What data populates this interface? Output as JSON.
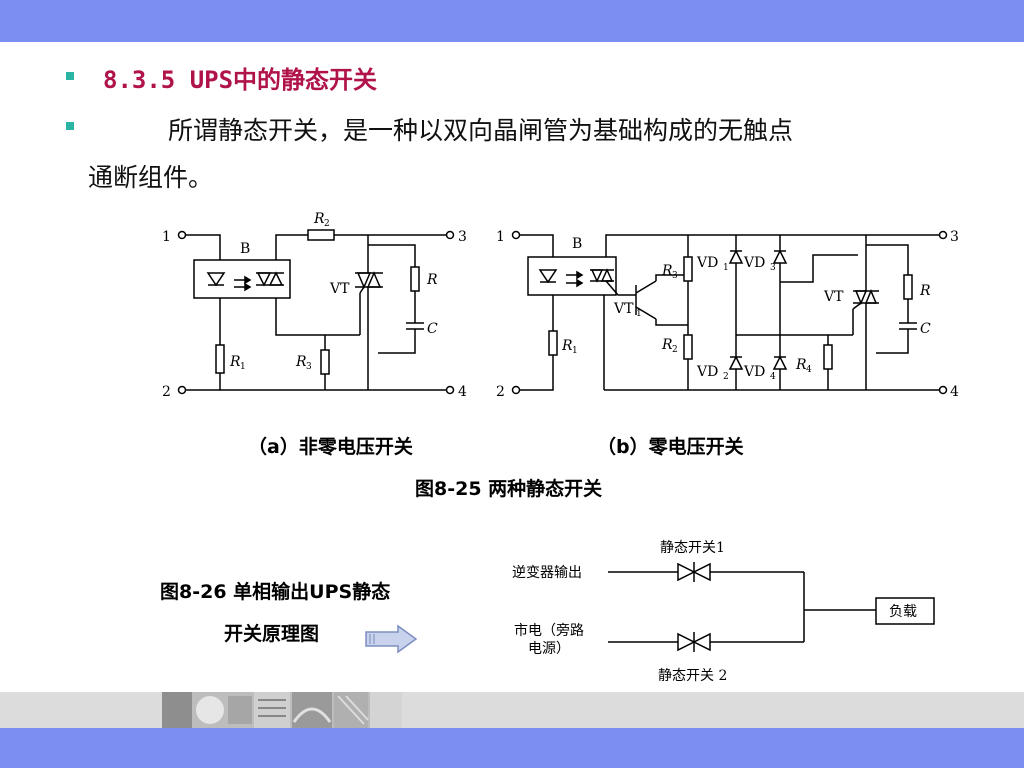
{
  "heading": "8.3.5 UPS中的静态开关",
  "paragraph": {
    "line1": "所谓静态开关，是一种以双向晶闸管为基础构成的无触点",
    "line2": "通断组件。"
  },
  "figure_a": {
    "labels": {
      "t1": "1",
      "t2": "2",
      "t3": "3",
      "t4": "4",
      "B": "B",
      "R2": "R",
      "R2sub": "2",
      "R1": "R",
      "R1sub": "1",
      "R3": "R",
      "R3sub": "3",
      "VT": "VT",
      "R": "R",
      "C": "C"
    },
    "caption": "（a）非零电压开关"
  },
  "figure_b": {
    "labels": {
      "t1": "1",
      "t2": "2",
      "t3": "3",
      "t4": "4",
      "B": "B",
      "R1": "R",
      "R1sub": "1",
      "R3": "R",
      "R3sub": "3",
      "VD1": "VD",
      "VD1sub": "1",
      "VD3": "VD",
      "VD3sub": "3",
      "R2": "R",
      "R2sub": "2",
      "VD2": "VD",
      "VD2sub": "2",
      "VD4": "VD",
      "VD4sub": "4",
      "R4": "R",
      "R4sub": "4",
      "VT1": "VT",
      "VT1sub": "1",
      "VT": "VT",
      "R": "R",
      "C": "C"
    },
    "caption": "（b）零电压开关"
  },
  "figure_caption": "图8-25 两种静态开关",
  "figure26_caption": {
    "line1": "图8-26 单相输出UPS静态",
    "line2": "开关原理图"
  },
  "ups_diagram": {
    "switch1": "静态开关1",
    "inverter": "逆变器输出",
    "mains_line1": "市电（旁路",
    "mains_line2": "电源）",
    "switch2": "静态开关 2",
    "load": "负载"
  },
  "colors": {
    "band": "#7c8ef2",
    "heading": "#b0124a",
    "bullet": "#2bb3a3",
    "arrow": "#9fb0d8"
  },
  "icons": [
    "square-bullet",
    "right-arrow-icon"
  ]
}
